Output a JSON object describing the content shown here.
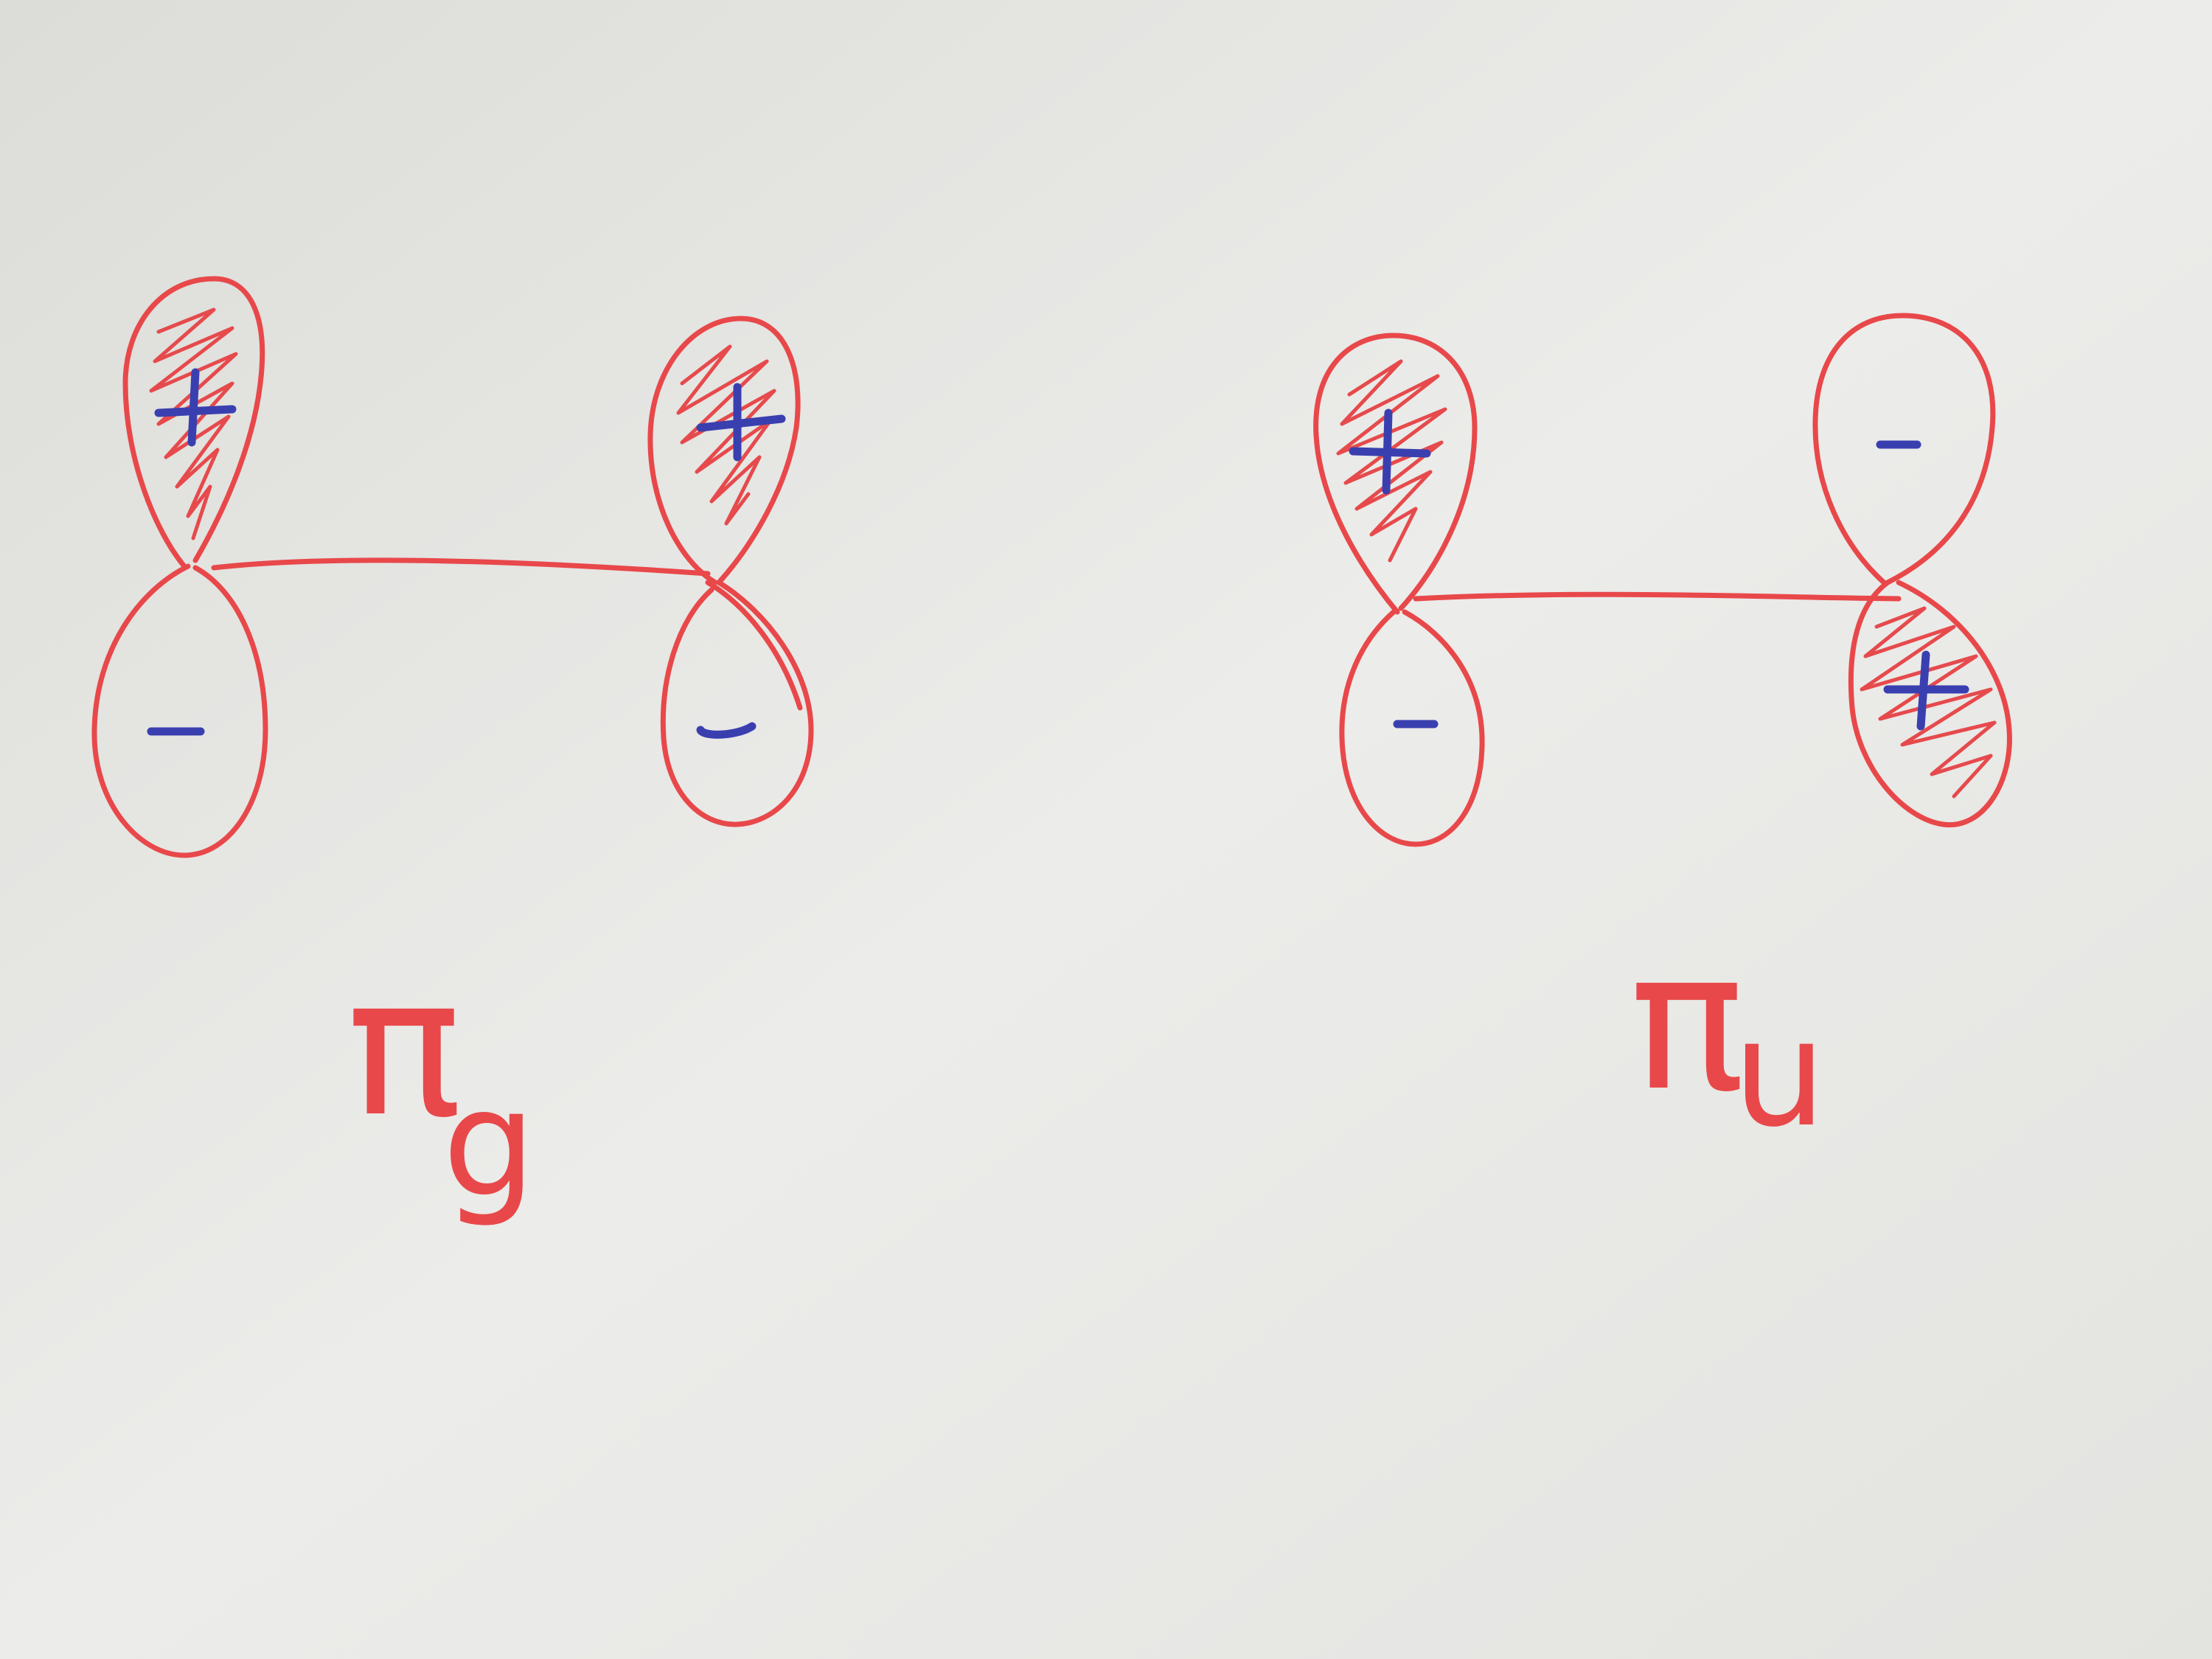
{
  "labels": {
    "left": {
      "symbol": "π",
      "subscript": "g"
    },
    "right": {
      "symbol": "π",
      "subscript": "u"
    }
  },
  "signs": {
    "plus": "+",
    "minus": "−"
  },
  "colors": {
    "paper": "#e9e9e6",
    "ink_red": "#e8484a",
    "ink_blue": "#3a3fb0"
  }
}
